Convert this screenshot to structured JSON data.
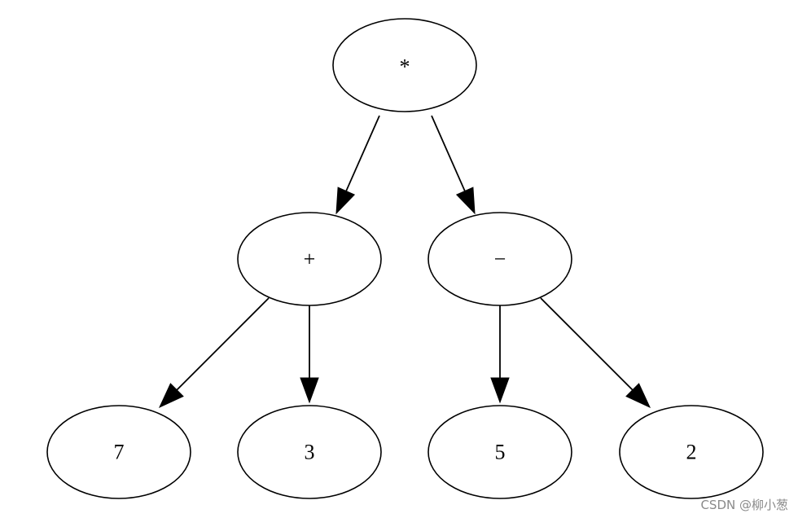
{
  "diagram": {
    "nodes": [
      {
        "id": "root",
        "label": "*"
      },
      {
        "id": "plus",
        "label": "+"
      },
      {
        "id": "minus",
        "label": "−"
      },
      {
        "id": "n7",
        "label": "7"
      },
      {
        "id": "n3",
        "label": "3"
      },
      {
        "id": "n5",
        "label": "5"
      },
      {
        "id": "n2",
        "label": "2"
      }
    ],
    "edges": [
      {
        "from": "root",
        "to": "plus"
      },
      {
        "from": "root",
        "to": "minus"
      },
      {
        "from": "plus",
        "to": "n7"
      },
      {
        "from": "plus",
        "to": "n3"
      },
      {
        "from": "minus",
        "to": "n5"
      },
      {
        "from": "minus",
        "to": "n2"
      }
    ]
  },
  "watermark": {
    "text": "CSDN @柳小葱"
  }
}
